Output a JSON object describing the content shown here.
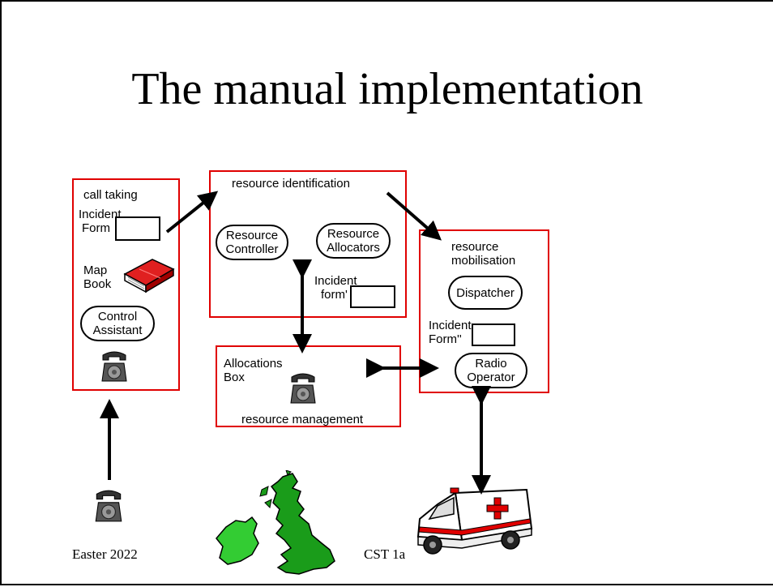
{
  "slide": {
    "title": "The manual implementation",
    "footer_left": "Easter 2022",
    "footer_right": "CST 1a"
  },
  "call_taking": {
    "heading": "call taking",
    "incident_form_line1": "Incident",
    "incident_form_line2": "Form",
    "map_book_line1": "Map",
    "map_book_line2": "Book",
    "control_assistant_line1": "Control",
    "control_assistant_line2": "Assistant"
  },
  "resource_identification": {
    "heading": "resource identification",
    "resource_controller_line1": "Resource",
    "resource_controller_line2": "Controller",
    "resource_allocators_line1": "Resource",
    "resource_allocators_line2": "Allocators",
    "incident_form_line1": "Incident",
    "incident_form_line2": "form'"
  },
  "resource_mobilisation": {
    "heading_line1": "resource",
    "heading_line2": "mobilisation",
    "dispatcher": "Dispatcher",
    "incident_form_line1": "Incident",
    "incident_form_line2": "Form''",
    "radio_operator_line1": "Radio",
    "radio_operator_line2": "Operator"
  },
  "resource_management": {
    "heading": "resource management",
    "allocations_box_line1": "Allocations",
    "allocations_box_line2": "Box"
  },
  "colors": {
    "accent_red": "#e00000",
    "map_green": "#1a9c1a",
    "book_red": "#cc1111"
  },
  "icons": [
    "telephone-icon",
    "map-book-icon",
    "uk-ireland-map-icon",
    "ambulance-icon"
  ]
}
